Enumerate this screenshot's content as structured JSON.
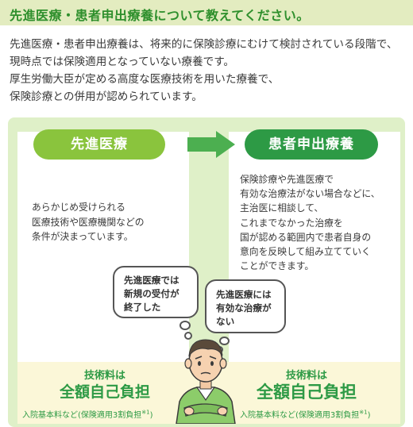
{
  "header": {
    "title": "先進医療・患者申出療養について教えてください。"
  },
  "intro": {
    "lines": [
      "先進医療・患者申出療養は、将来的に保険診療にむけて検討されている段階で、",
      "現時点では保険適用となっていない療養です。",
      "厚生労働大臣が定める高度な医療技術を用いた療養で、",
      "保険診療との併用が認められています。"
    ]
  },
  "left": {
    "title": "先進医療",
    "desc": [
      "あらかじめ受けられる",
      "医療技術や医療機関などの",
      "条件が決まっています。"
    ],
    "bubble": [
      "先進医療では",
      "新規の受付が",
      "終了した"
    ],
    "fee_label": "技術料は",
    "fee_big": "全額自己負担",
    "fee_note": "入院基本料など(保険適用3割負担",
    "fee_note_sup": "※1",
    "fee_note_end": ")"
  },
  "right": {
    "title": "患者申出療養",
    "desc": [
      "保険診療や先進医療で",
      "有効な治療法がない場合などに、",
      "主治医に相談して、",
      "これまでなかった治療を",
      "国が認める範囲内で患者自身の",
      "意向を反映して組み立てていく",
      "ことができます。"
    ],
    "bubble": [
      "先進医療には",
      "有効な治療が",
      "ない"
    ],
    "fee_label": "技術料は",
    "fee_big": "全額自己負担",
    "fee_note": "入院基本料など(保険適用3割負担",
    "fee_note_sup": "※1",
    "fee_note_end": ")"
  },
  "colors": {
    "heading_green": "#2e8f2c",
    "light_green": "#8ac43d",
    "dark_green": "#2d9a45",
    "panel_bg": "#dff0c8",
    "header_bg": "#e3ecc0"
  },
  "icons": {
    "arrow": "arrow-right-icon",
    "person": "thinking-person-icon"
  }
}
